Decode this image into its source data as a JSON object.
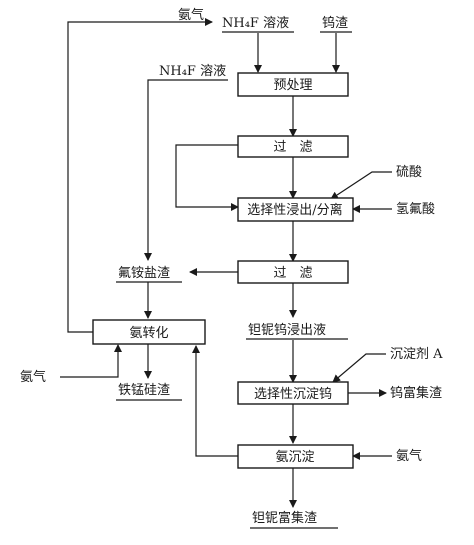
{
  "boxes": {
    "pretreat": "预处理",
    "filter1": "过　滤",
    "leach_separate": "选择性浸出/分离",
    "filter2": "过　滤",
    "ammon_convert": "氨转化",
    "select_precip_w": "选择性沉淀钨",
    "ammonia_precip": "氨沉淀"
  },
  "labels": {
    "ammonia_gas_top": "氨气",
    "nh4f_top": "NH₄F 溶液",
    "tungsten_slag": "钨渣",
    "nh4f_left": "NH₄F 溶液",
    "sulfuric_acid": "硫酸",
    "hydrofluoric_acid": "氢氟酸",
    "ammonium_fluoride_salt_residue": "氟铵盐渣",
    "ta_nb_w_leachate": "钽铌钨浸出液",
    "ammonia_gas_left": "氨气",
    "fe_mn_si_residue": "铁锰硅渣",
    "precipitant_a": "沉淀剂 A",
    "w_rich_residue": "钨富集渣",
    "ammonia_gas_right": "氨气",
    "ta_nb_rich_residue": "钽铌富集渣"
  }
}
